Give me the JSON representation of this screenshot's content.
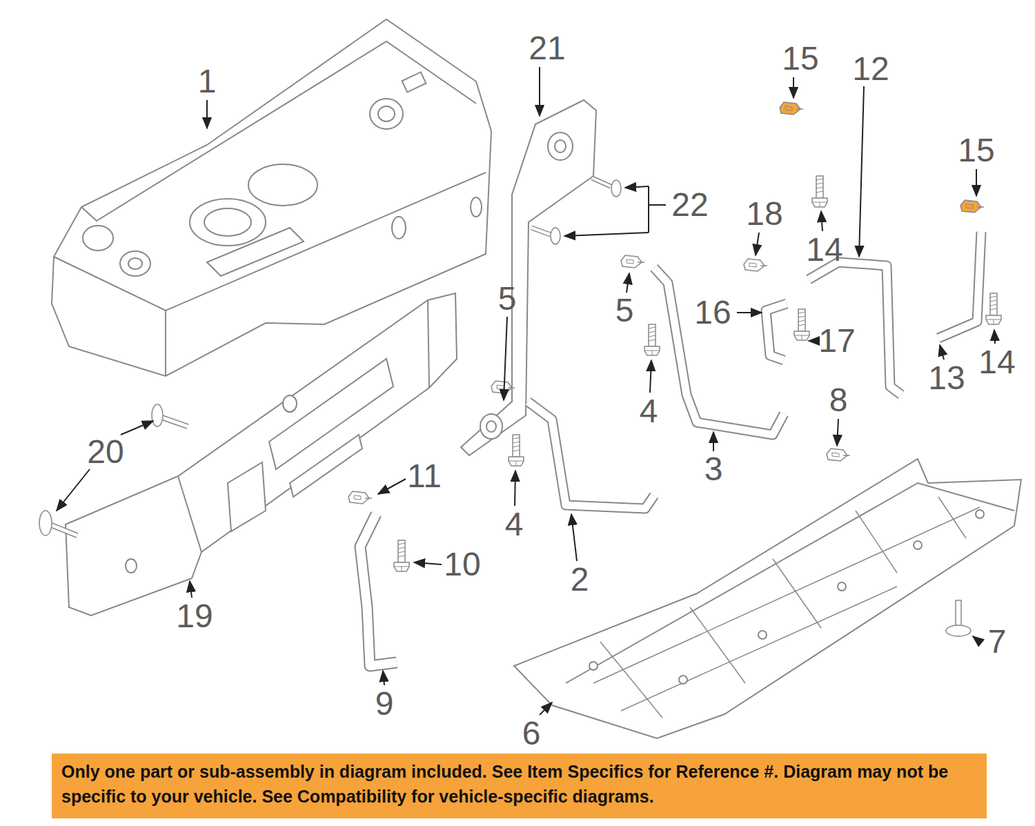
{
  "diagram": {
    "nodes": [
      {
        "text": [
          "Only one part or sub-assembly in diagram included. See Item Specifics for Reference #. Diagram may not be specific to your vehicle. See Compatibility for vehicle-specific diagrams."
        ]
      }
    ],
    "labels": [
      "15",
      "12",
      "21",
      "1",
      "15",
      "22",
      "18",
      "14",
      "5",
      "16",
      "17",
      "14",
      "13",
      "5",
      "8",
      "4",
      "20",
      "3",
      "11",
      "4",
      "10",
      "2",
      "19",
      "7",
      "9",
      "6"
    ]
  }
}
